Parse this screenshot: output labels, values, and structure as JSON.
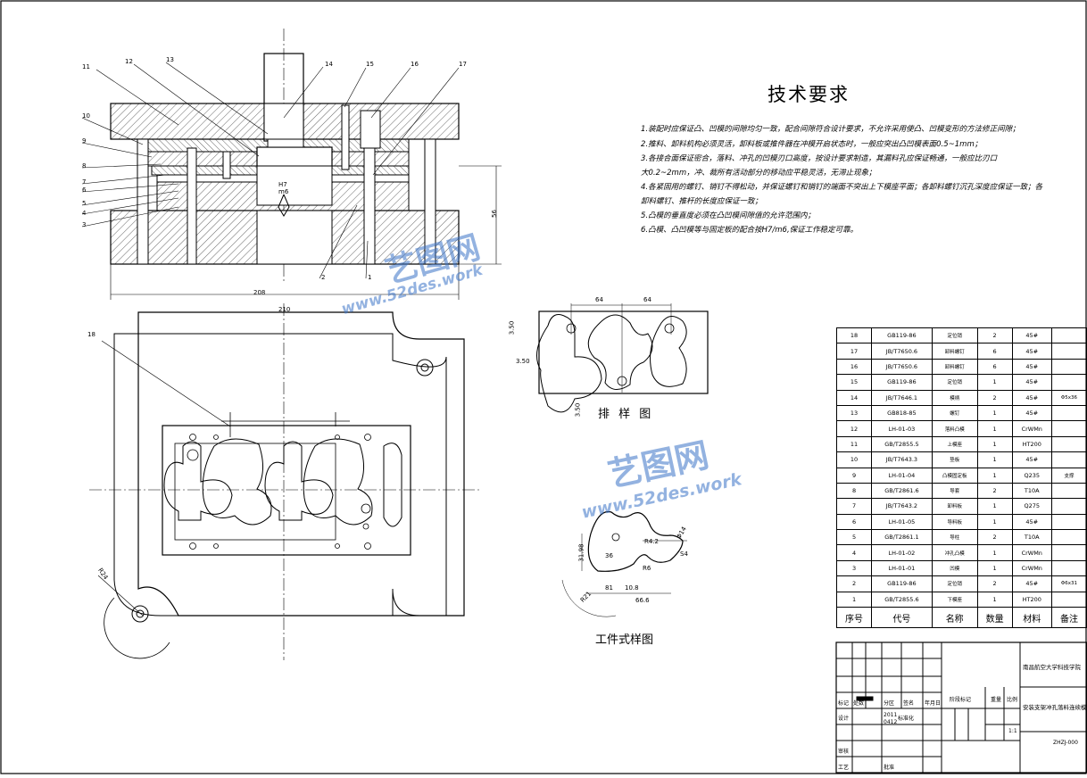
{
  "requirements": {
    "title": "技术要求",
    "items": [
      "1.装配时应保证凸、凹模的间隙均匀一致，配合间隙符合设计要求，不允许采用使凸、凹模变形的方法修正间隙；",
      "2.推料、卸料机构必须灵活，卸料板或推件器在冲模开启状态时，一般应突出凸凹模表面0.5~1mm；",
      "3.各接合面保证密合，落料、冲孔的凹模刃口高度，按设计要求制造，其漏料孔应保证畅通，一般应比刃口",
      "大0.2~2mm，冲、裁所有活动部分的移动应平稳灵活，无滞止现象；",
      "4.各紧固用的螺钉、销钉不得松动，并保证螺钉和销钉的端面不突出上下模座平面；各卸料螺钉沉孔深度应保证一致；各",
      "卸料螺钉、推杆的长度应保证一致；",
      "5.凸模的垂直度必须在凸凹模间隙值的允许范围内；",
      "6.凸模、凸凹模等与固定板的配合按H7/m6,保证工作稳定可靠。"
    ]
  },
  "views": {
    "layout_caption": "排 样 图",
    "part_caption": "工件式样图",
    "balloons": [
      "11",
      "12",
      "13",
      "14",
      "15",
      "16",
      "17",
      "10",
      "9",
      "8",
      "7",
      "6",
      "5",
      "4",
      "3",
      "2",
      "1",
      "18"
    ],
    "dims": {
      "width_208": "208",
      "width_210": "210",
      "height_56": "56",
      "hz": "H7",
      "m6": "m6",
      "lay_64a": "64",
      "lay_64b": "64",
      "lay_350a": "3.50",
      "lay_350b": "3.50",
      "lay_350c": "3.50",
      "part_666": "66.6",
      "part_108": "10.8",
      "part_81": "81",
      "part_3198": "31.98",
      "part_r42": "R4.2",
      "part_r6": "R6",
      "part_36": "36",
      "part_phi": "Φ14",
      "part_r21": "R21",
      "part_s4": "S4",
      "base_r24": "R24"
    }
  },
  "bom": {
    "rows": [
      {
        "no": "18",
        "code": "GB119-86",
        "name": "定位销",
        "qty": "2",
        "mat": "45#",
        "note": ""
      },
      {
        "no": "17",
        "code": "JB/T7650.6",
        "name": "卸料螺钉",
        "qty": "6",
        "mat": "45#",
        "note": ""
      },
      {
        "no": "16",
        "code": "JB/T7650.6",
        "name": "卸料螺钉",
        "qty": "6",
        "mat": "45#",
        "note": ""
      },
      {
        "no": "15",
        "code": "GB119-86",
        "name": "定位销",
        "qty": "1",
        "mat": "45#",
        "note": ""
      },
      {
        "no": "14",
        "code": "JB/T7646.1",
        "name": "模柄",
        "qty": "2",
        "mat": "45#",
        "note": "Φ5x36"
      },
      {
        "no": "13",
        "code": "GB818-85",
        "name": "螺钉",
        "qty": "1",
        "mat": "45#",
        "note": ""
      },
      {
        "no": "12",
        "code": "LH-01-03",
        "name": "落料凸模",
        "qty": "1",
        "mat": "CrWMn",
        "note": ""
      },
      {
        "no": "11",
        "code": "GB/T2855.5",
        "name": "上模座",
        "qty": "1",
        "mat": "HT200",
        "note": ""
      },
      {
        "no": "10",
        "code": "JB/T7643.3",
        "name": "垫板",
        "qty": "1",
        "mat": "45#",
        "note": ""
      },
      {
        "no": "9",
        "code": "LH-01-04",
        "name": "凸模固定板",
        "qty": "1",
        "mat": "Q235",
        "note": "支撑"
      },
      {
        "no": "8",
        "code": "GB/T2861.6",
        "name": "导套",
        "qty": "2",
        "mat": "T10A",
        "note": ""
      },
      {
        "no": "7",
        "code": "JB/T7643.2",
        "name": "卸料板",
        "qty": "1",
        "mat": "Q275",
        "note": ""
      },
      {
        "no": "6",
        "code": "LH-01-05",
        "name": "导料板",
        "qty": "1",
        "mat": "45#",
        "note": ""
      },
      {
        "no": "5",
        "code": "GB/T2861.1",
        "name": "导柱",
        "qty": "2",
        "mat": "T10A",
        "note": ""
      },
      {
        "no": "4",
        "code": "LH-01-02",
        "name": "冲孔凸模",
        "qty": "1",
        "mat": "CrWMn",
        "note": ""
      },
      {
        "no": "3",
        "code": "LH-01-01",
        "name": "凹模",
        "qty": "1",
        "mat": "CrWMn",
        "note": ""
      },
      {
        "no": "2",
        "code": "GB119-86",
        "name": "定位销",
        "qty": "2",
        "mat": "45#",
        "note": "Φ6x31"
      },
      {
        "no": "1",
        "code": "GB/T2855.6",
        "name": "下模座",
        "qty": "1",
        "mat": "HT200",
        "note": ""
      }
    ],
    "headers": {
      "no": "序号",
      "code": "代号",
      "name": "名称",
      "qty": "数量",
      "mat": "材料",
      "note": "备注"
    }
  },
  "titleblock": {
    "school": "南昌航空大学科技学院",
    "drawing": "安装支架冲孔落料连续模",
    "code": "ZHZJ-000",
    "scale": "1:1",
    "labels": {
      "mark": "标记",
      "count": "处数",
      "zone": "分区",
      "sign": "签名",
      "date": "年月日",
      "design": "设计",
      "std": "标准化",
      "stage": "阶段标记",
      "weight": "重量",
      "ratio": "比例",
      "review": "审核",
      "craft": "工艺",
      "approve": "批准",
      "designer_year": "2011",
      "designer_day": "0412"
    }
  },
  "watermark": {
    "brand": "艺图网",
    "url": "www.52des.work"
  }
}
